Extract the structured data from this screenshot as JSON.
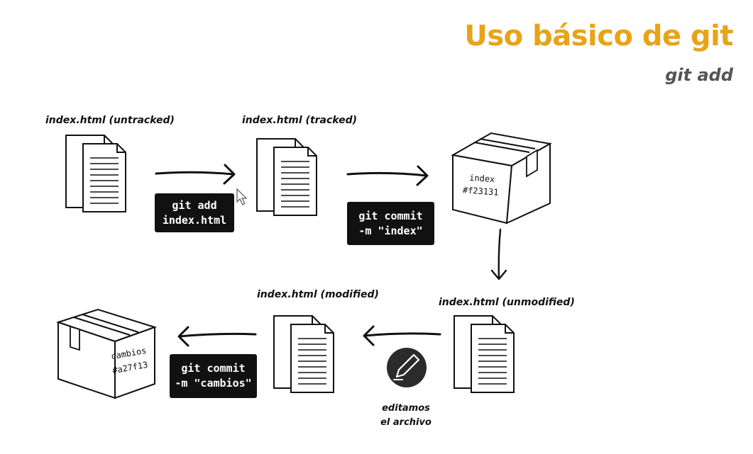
{
  "header": {
    "title": "Uso básico de git",
    "subtitle": "git add"
  },
  "labels": {
    "untracked": "index.html (untracked)",
    "tracked": "index.html (tracked)",
    "modified": "index.html (modified)",
    "unmodified": "index.html (unmodified)"
  },
  "commands": {
    "add_line1": "git add",
    "add_line2": "index.html",
    "commit1_line1": "git commit",
    "commit1_line2": "-m \"index\"",
    "commit2_line1": "git commit",
    "commit2_line2": "-m \"cambios\""
  },
  "commits": {
    "box1_line1": "index",
    "box1_line2": "#f23131",
    "box2_line1": "cambios",
    "box2_line2": "#a27f13"
  },
  "edit": {
    "line1": "editamos",
    "line2": "el archivo"
  },
  "colors": {
    "accent": "#e8a317",
    "subtitle": "#555555",
    "command_bg": "#111111"
  }
}
